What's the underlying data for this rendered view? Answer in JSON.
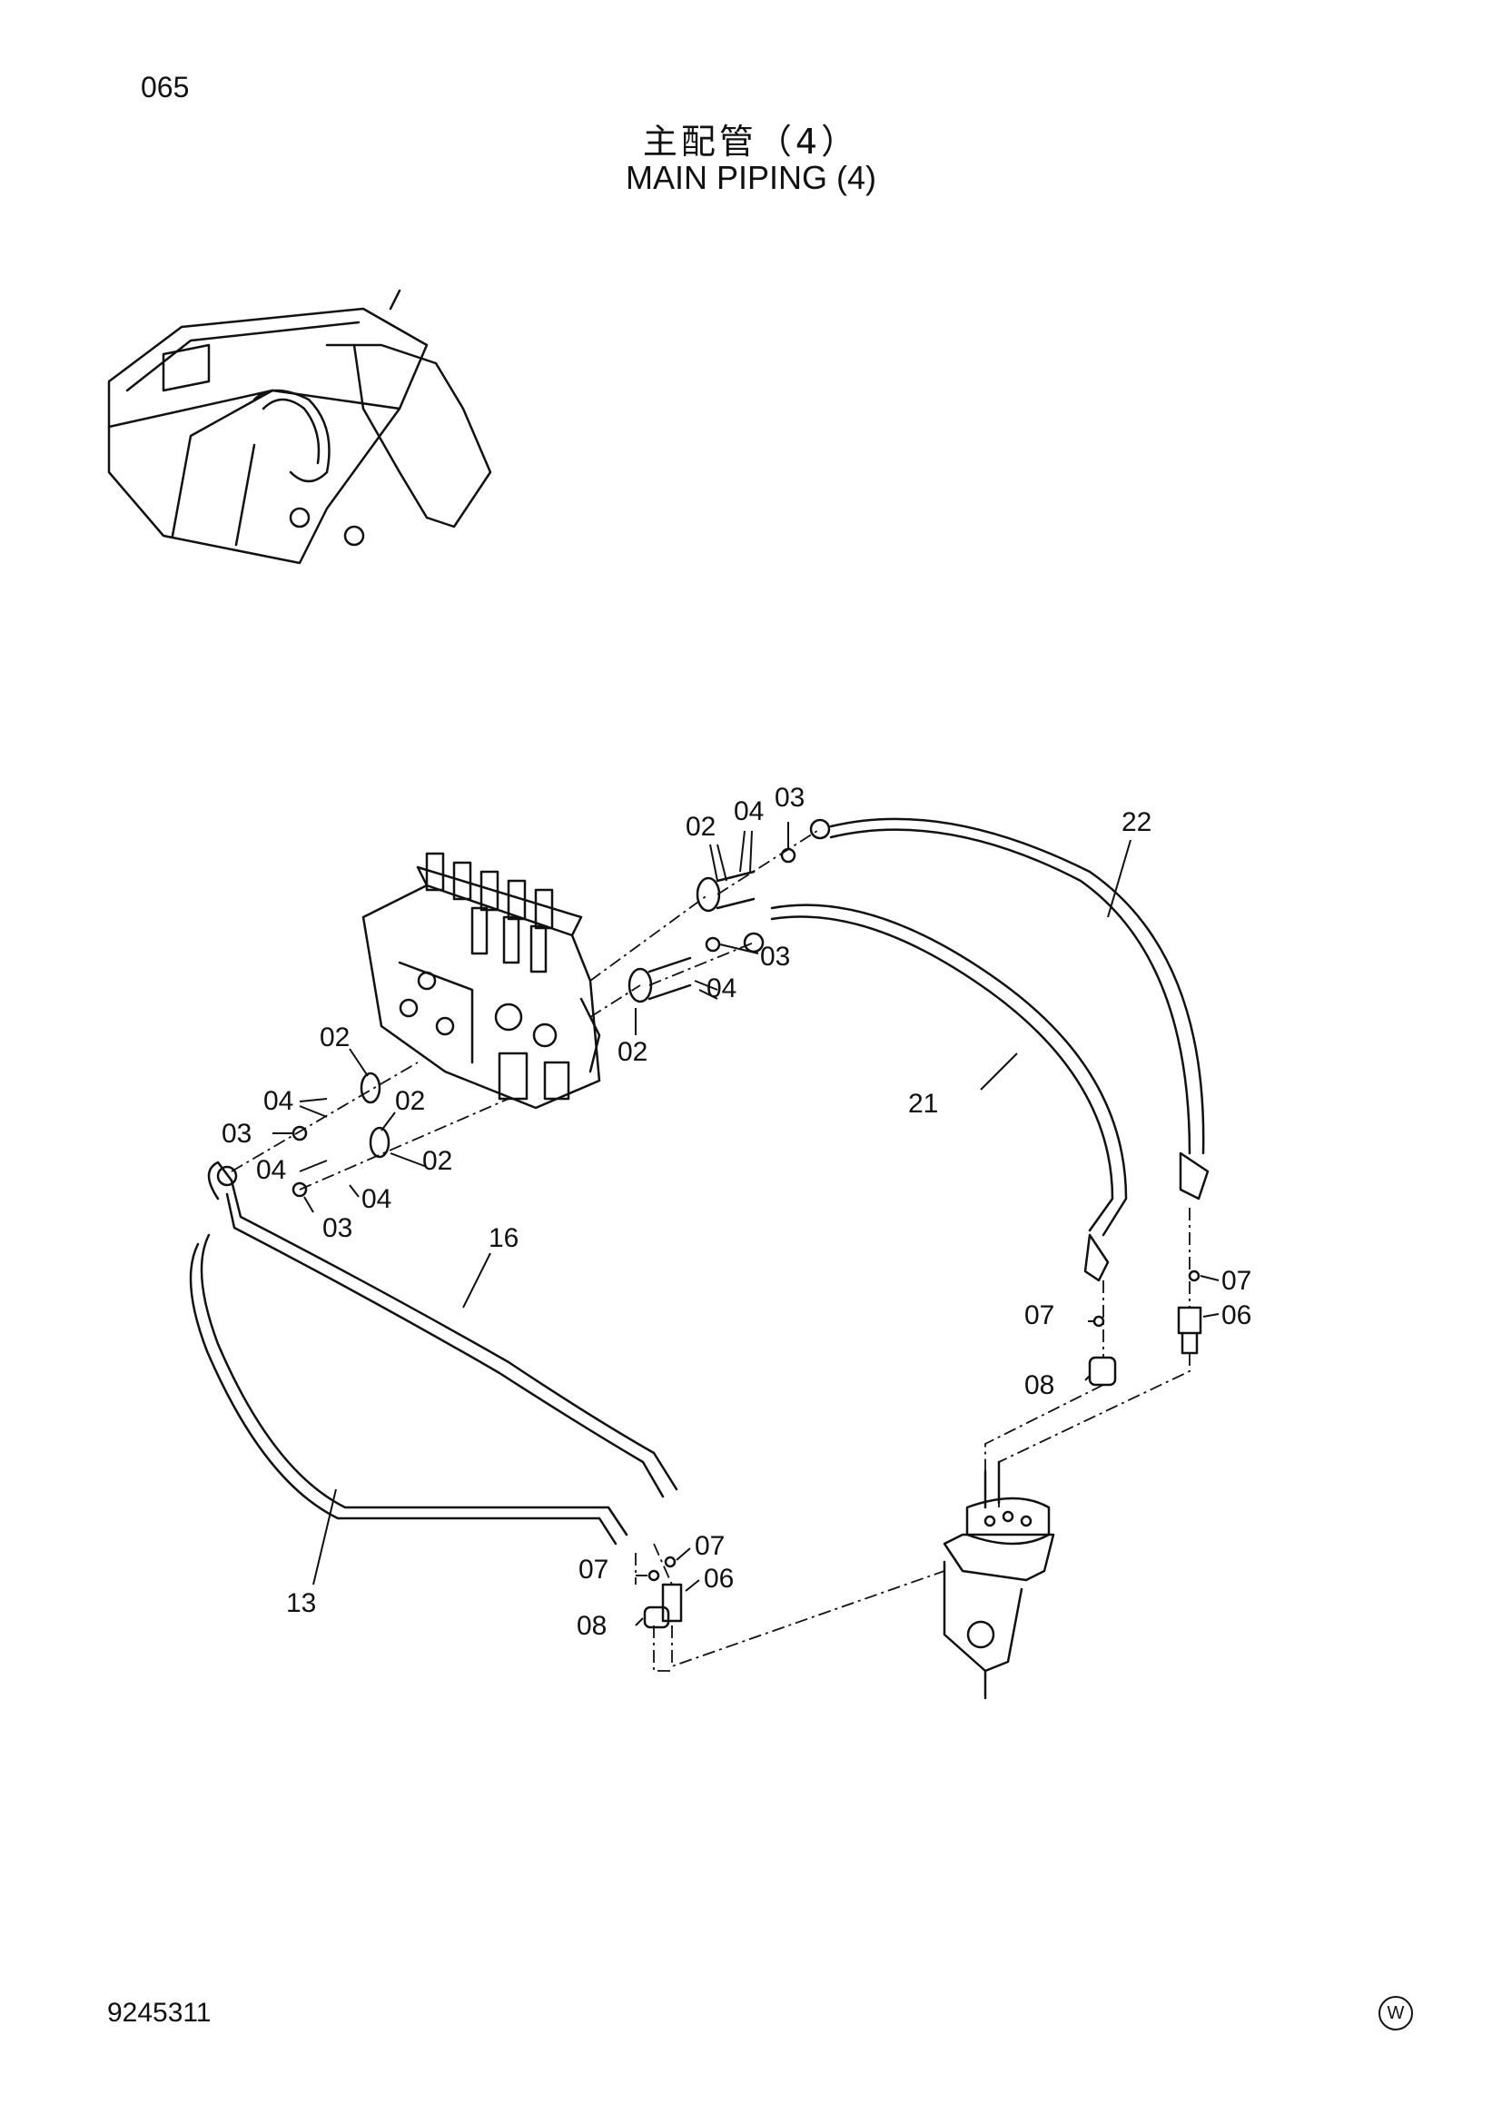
{
  "header": {
    "page_number": "065",
    "title_cn": "主配管（4）",
    "title_en": "MAIN PIPING (4)"
  },
  "footer": {
    "document_code": "9245311",
    "mark": "W"
  },
  "callouts": {
    "c02a": "02",
    "c04a": "04",
    "c03a": "03",
    "c22": "22",
    "c03b": "03",
    "c04b": "04",
    "c02b": "02",
    "c21": "21",
    "c02c": "02",
    "c04c": "04",
    "c02d": "02",
    "c03c": "03",
    "c04d": "04",
    "c02e": "02",
    "c04e": "04",
    "c03d": "03",
    "c16": "16",
    "c07a": "07",
    "c06a": "06",
    "c07b": "07",
    "c08a": "08",
    "c13": "13",
    "c07c": "07",
    "c07d": "07",
    "c06b": "06",
    "c08b": "08"
  },
  "colors": {
    "ink": "#111111",
    "background": "#ffffff"
  }
}
